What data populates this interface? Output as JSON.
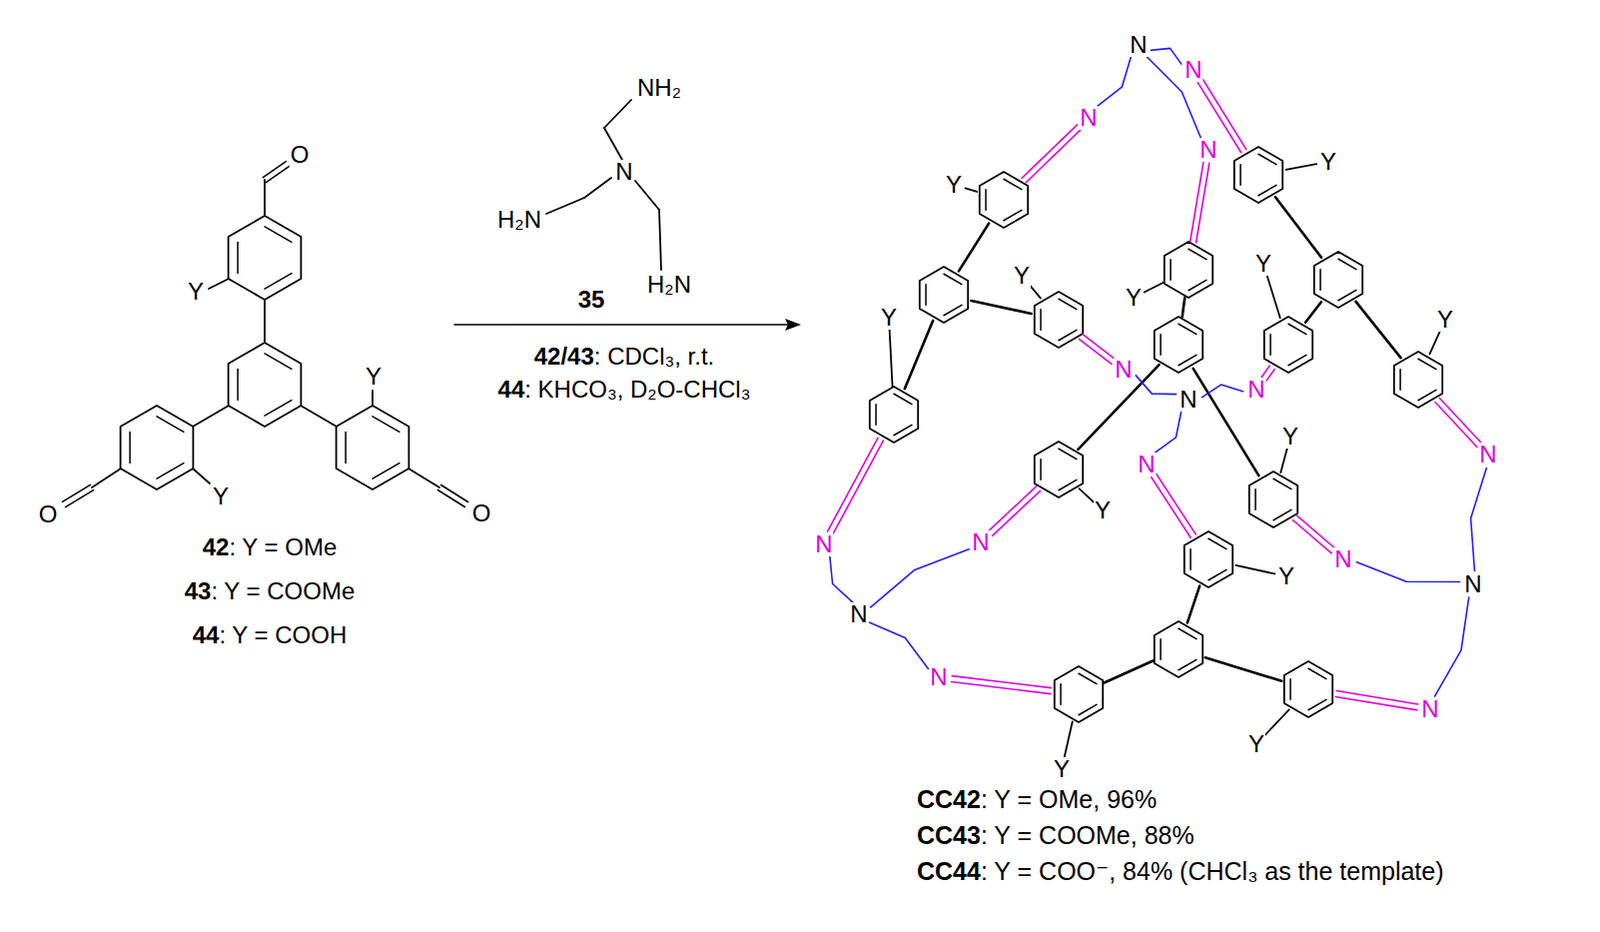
{
  "diagram": {
    "labels": [
      "O",
      "Y",
      "Y",
      "O",
      "Y",
      "O",
      "NH₂",
      "N",
      "H₂N",
      "H₂N",
      "35",
      "42/43: CDCl₃, r.t.",
      "44: KHCO₃, D₂O-CHCl₃",
      "42: Y = OMe",
      "43: Y = COOMe",
      "44: Y = COOH",
      "N",
      "N",
      "N",
      "N",
      "Y",
      "Y",
      "Y",
      "Y",
      "Y",
      "Y",
      "Y",
      "N",
      "N",
      "N",
      "Y",
      "N",
      "N",
      "Y",
      "N",
      "N",
      "N",
      "Y",
      "N",
      "N",
      "N",
      "N",
      "Y",
      "Y",
      "CC42: Y = OMe, 96%",
      "CC43: Y = COOMe, 88%",
      "CC44: Y = COO⁻, 84% (CHCl₃ as the template)"
    ]
  }
}
